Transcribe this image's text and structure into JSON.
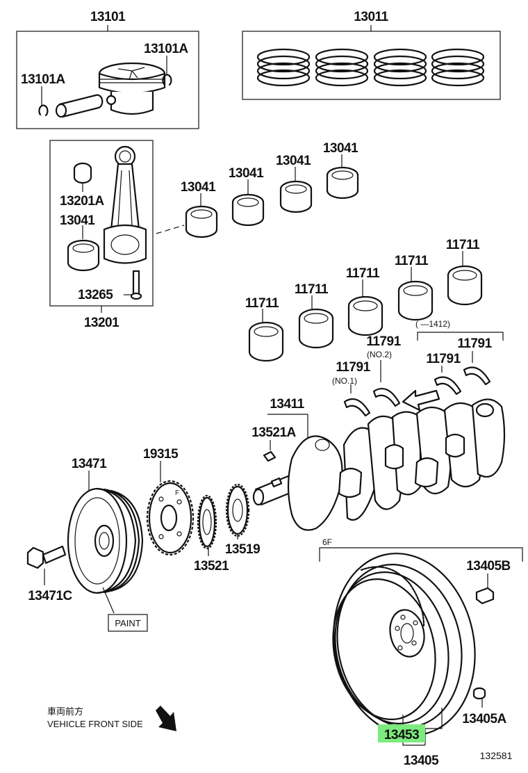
{
  "part_labels": {
    "p13101": "13101",
    "p13011": "13011",
    "p13101a_right": "13101A",
    "p13101a_left": "13101A",
    "p13041_a": "13041",
    "p13041_b": "13041",
    "p13041_c": "13041",
    "p13041_d": "13041",
    "p13041_e": "13041",
    "p13201a": "13201A",
    "p13265": "13265",
    "p13201": "13201",
    "p11711_a": "11711",
    "p11711_b": "11711",
    "p11711_c": "11711",
    "p11711_d": "11711",
    "p11711_e": "11711",
    "p11791_a": "11791",
    "p11791_b": "11791",
    "p11791_c": "11791",
    "p11791_d": "11791",
    "p13411": "13411",
    "p13521a": "13521A",
    "p13471": "13471",
    "p19315": "19315",
    "p13521": "13521",
    "p13519": "13519",
    "p13471c": "13471C",
    "p13405b": "13405B",
    "p13405a": "13405A",
    "p13453": "13453",
    "p13405": "13405"
  },
  "notes": {
    "no1": "(NO.1)",
    "no2": "(NO.2)",
    "qty": "(   —1412)",
    "paint": "PAINT",
    "six_f": "6F",
    "vehicle_front_jp": "車両前方",
    "vehicle_front_en": "VEHICLE FRONT SIDE",
    "diagram_id": "132581"
  },
  "highlight_color": "#7dea7d"
}
